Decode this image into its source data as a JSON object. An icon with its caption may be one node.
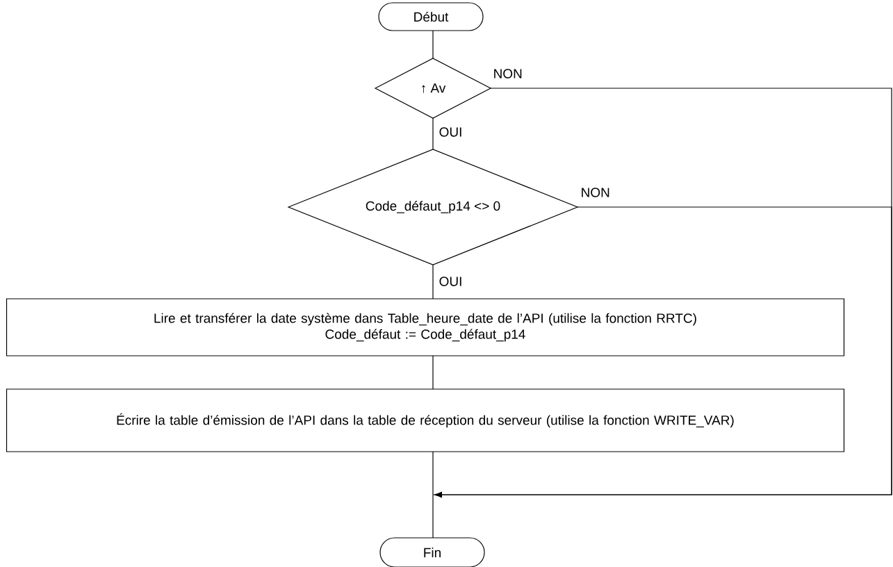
{
  "diagram": {
    "nodes": [
      {
        "text": [
          "Début"
        ]
      },
      {
        "text": [
          "↑ Av"
        ]
      },
      {
        "text": [
          "Code_défaut_p14 <> 0"
        ]
      },
      {
        "text": [
          "Lire et transférer la date système dans Table_heure_date de l’API (utilise la fonction RRTC)",
          "Code_défaut := Code_défaut_p14"
        ]
      },
      {
        "text": [
          "Écrire la table d’émission de l’API dans la table de réception du serveur (utilise la fonction WRITE_VAR)"
        ]
      },
      {
        "text": [
          "Fin"
        ]
      }
    ],
    "edges": [
      {
        "from": 0,
        "to": 1,
        "arrow": "none"
      },
      {
        "from": 1,
        "to": 2,
        "arrow": "none",
        "label": "OUI"
      },
      {
        "from": 2,
        "to": 3,
        "arrow": "none",
        "label": "OUI"
      },
      {
        "from": 3,
        "to": 4,
        "arrow": "none"
      },
      {
        "from": 4,
        "to": 5,
        "arrow": "none"
      },
      {
        "from": 1,
        "to": 5,
        "arrow": "to",
        "label": "NON"
      },
      {
        "from": 2,
        "to": 5,
        "arrow": "to",
        "label": "NON"
      }
    ]
  }
}
